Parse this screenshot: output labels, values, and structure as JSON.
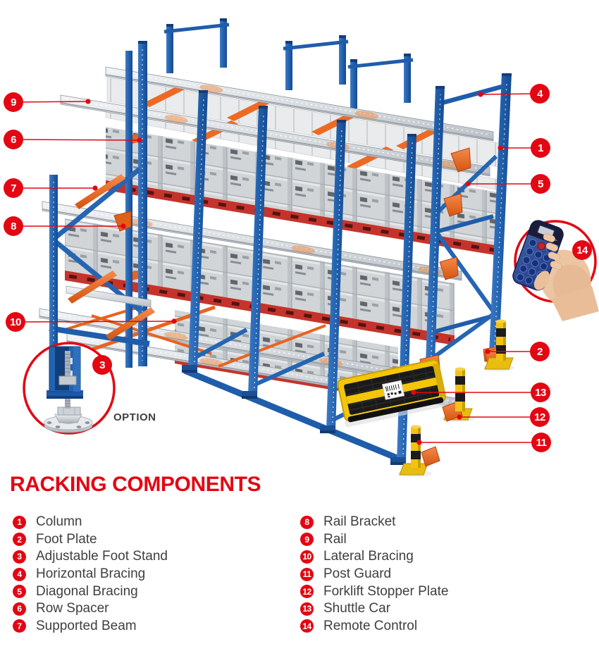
{
  "header": {
    "title": "RACKING COMPONENTS"
  },
  "diagram": {
    "callouts": [
      "1",
      "2",
      "3",
      "4",
      "5",
      "6",
      "7",
      "8",
      "9",
      "10",
      "11",
      "12",
      "13",
      "14"
    ],
    "inset_option_label": "OPTION"
  },
  "legend": {
    "columns": [
      {
        "items": [
          {
            "number": "1",
            "label": "Column"
          },
          {
            "number": "2",
            "label": "Foot Plate"
          },
          {
            "number": "3",
            "label": "Adjustable Foot Stand"
          },
          {
            "number": "4",
            "label": "Horizontal Bracing"
          },
          {
            "number": "5",
            "label": "Diagonal Bracing"
          },
          {
            "number": "6",
            "label": "Row Spacer"
          },
          {
            "number": "7",
            "label": "Supported Beam"
          }
        ]
      },
      {
        "items": [
          {
            "number": "8",
            "label": "Rail Bracket"
          },
          {
            "number": "9",
            "label": "Rail"
          },
          {
            "number": "10",
            "label": "Lateral Bracing"
          },
          {
            "number": "11",
            "label": "Post Guard"
          },
          {
            "number": "12",
            "label": "Forklift Stopper Plate"
          },
          {
            "number": "13",
            "label": "Shuttle Car"
          },
          {
            "number": "14",
            "label": "Remote Control"
          }
        ]
      }
    ]
  },
  "colors": {
    "accent_red": "#e30613",
    "text_dark": "#3f3f3e",
    "frame_blue": "#1f5dab",
    "beam_orange": "#e8631f",
    "rail_silver": "#d9dde1",
    "shuttle_yellow": "#f3c60b",
    "pallet_red": "#c4342c",
    "post_guard_yellow": "#f2c411"
  }
}
